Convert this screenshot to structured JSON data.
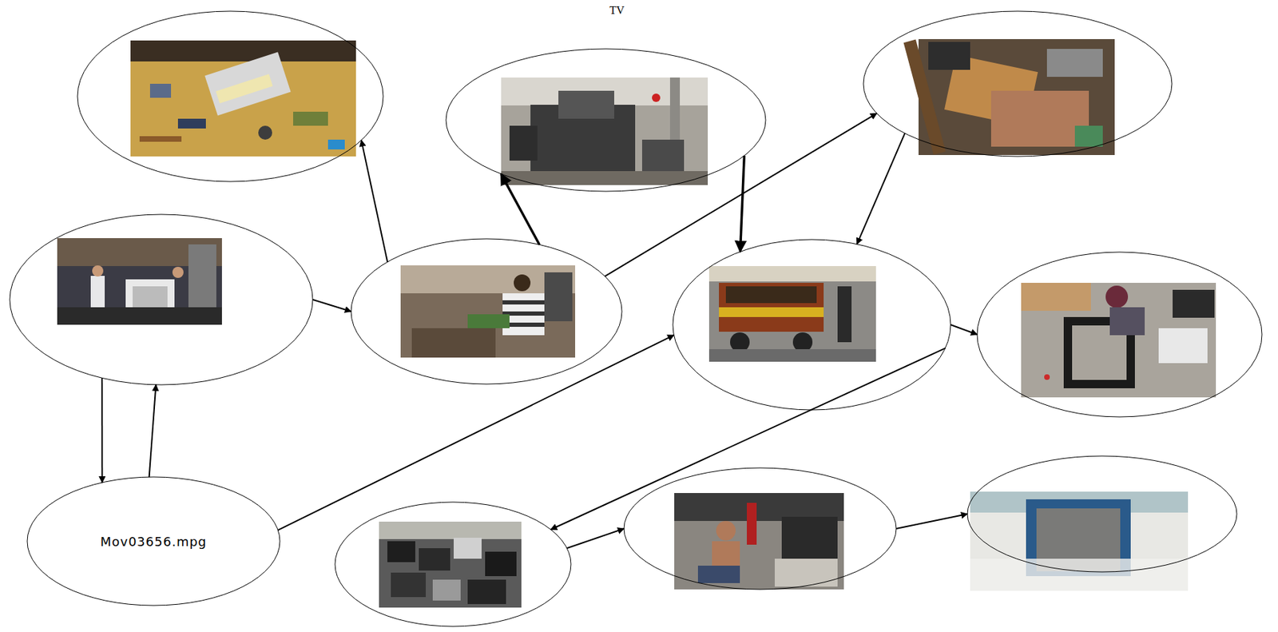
{
  "diagram": {
    "title": "TV",
    "nodes": [
      {
        "text": []
      },
      {
        "text": []
      },
      {
        "text": []
      },
      {
        "text": []
      },
      {
        "text": []
      },
      {
        "text": []
      },
      {
        "text": []
      },
      {
        "text": [
          "Mov03656.mpg"
        ]
      },
      {
        "text": []
      },
      {
        "text": []
      },
      {
        "text": []
      }
    ],
    "edges": [
      {
        "from": 3,
        "to": 4,
        "arrow": "to"
      },
      {
        "from": 3,
        "to": 7,
        "arrow": "to"
      },
      {
        "from": 7,
        "to": 3,
        "arrow": "to"
      },
      {
        "from": 4,
        "to": 0,
        "arrow": "to"
      },
      {
        "from": 4,
        "to": 1,
        "arrow": "to"
      },
      {
        "from": 4,
        "to": 2,
        "arrow": "to"
      },
      {
        "from": 1,
        "to": 5,
        "arrow": "to"
      },
      {
        "from": 2,
        "to": 5,
        "arrow": "to"
      },
      {
        "from": 7,
        "to": 5,
        "arrow": "to"
      },
      {
        "from": 5,
        "to": 6,
        "arrow": "to"
      },
      {
        "from": 5,
        "to": 8,
        "arrow": "to"
      },
      {
        "from": 8,
        "to": 9,
        "arrow": "to"
      },
      {
        "from": 9,
        "to": 10,
        "arrow": "to"
      }
    ]
  }
}
